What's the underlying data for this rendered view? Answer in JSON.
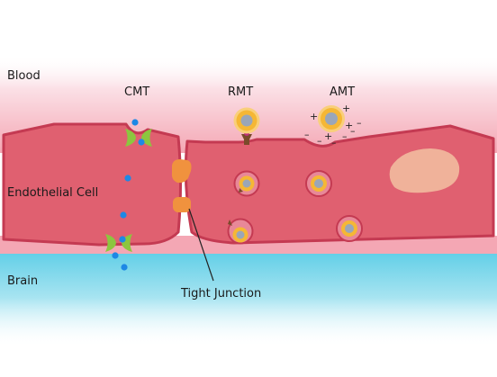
{
  "regions": {
    "blood": "Blood",
    "endothelial": "Endothelial Cell",
    "brain": "Brain"
  },
  "mechanisms": {
    "cmt": "CMT",
    "rmt": "RMT",
    "amt": "AMT"
  },
  "junction_label": "Tight Junction",
  "charges": {
    "positive": "+",
    "negative": "–"
  },
  "colors": {
    "cell_fill": "#e06070",
    "cell_border": "#c43a52",
    "membrane_pink": "#f4a7b4",
    "nucleus": "#f0b29a",
    "junction_protein": "#f0923e",
    "transporter": "#8cc63f",
    "solute_dot": "#1e88e5",
    "nanoparticle_ring": "#f5b735",
    "nanoparticle_core": "#9aa6b8",
    "brain_blue": "#5bcde6"
  }
}
